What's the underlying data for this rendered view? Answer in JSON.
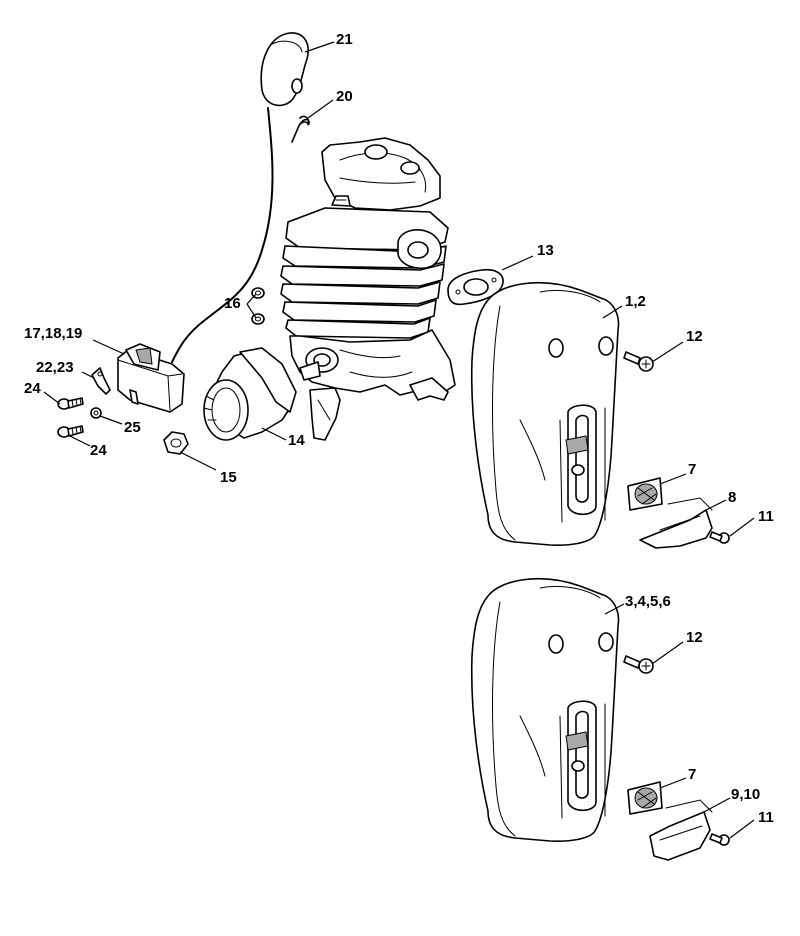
{
  "callouts": {
    "c21": "21",
    "c20": "20",
    "c13": "13",
    "c1_2": "1,2",
    "c12a": "12",
    "c16": "16",
    "c17_18_19": "17,18,19",
    "c22_23": "22,23",
    "c24a": "24",
    "c25": "25",
    "c24b": "24",
    "c14": "14",
    "c15": "15",
    "c7a": "7",
    "c8": "8",
    "c11a": "11",
    "c3_4_5_6": "3,4,5,6",
    "c12b": "12",
    "c7b": "7",
    "c9_10": "9,10",
    "c11b": "11"
  }
}
